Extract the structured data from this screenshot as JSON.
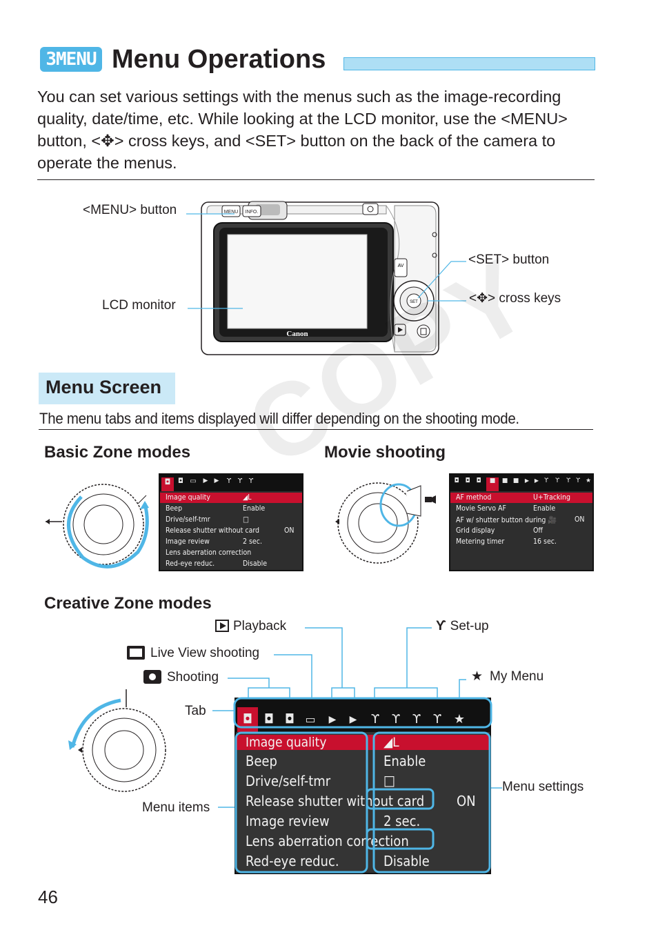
{
  "header": {
    "badge": "3MENU",
    "title": "Menu Operations"
  },
  "intro": "You can set various settings with the menus such as the image-recording quality, date/time, etc. While looking at the LCD monitor, use the <MENU> button, <✥> cross keys, and <SET> button on the back of the camera to operate the menus.",
  "camera": {
    "brand": "Canon",
    "menu_button_label": "<MENU> button",
    "lcd_label": "LCD monitor",
    "set_button_label": "<SET> button",
    "cross_keys_label": "<✥> cross keys",
    "btn_menu": "MENU",
    "btn_info": "INFO.",
    "btn_set": "SET",
    "btn_av": "AV"
  },
  "menu_screen": {
    "title": "Menu Screen",
    "note": "The menu tabs and items displayed will differ depending on the shooting mode."
  },
  "basic_zone": {
    "heading": "Basic Zone modes",
    "items": [
      {
        "item": "Image quality",
        "value": "◢L"
      },
      {
        "item": "Beep",
        "value": "Enable"
      },
      {
        "item": "Drive/self-tmr",
        "value": "□"
      },
      {
        "item": "Release shutter without card",
        "value": "ON"
      },
      {
        "item": "Image review",
        "value": "2 sec."
      },
      {
        "item": "Lens aberration correction",
        "value": ""
      },
      {
        "item": "Red-eye reduc.",
        "value": "Disable"
      }
    ]
  },
  "movie": {
    "heading": "Movie shooting",
    "items": [
      {
        "item": "AF method",
        "value": "ᑌ+Tracking"
      },
      {
        "item": "Movie Servo AF",
        "value": "Enable"
      },
      {
        "item": "AF w/ shutter button during 🎥",
        "value": "ON"
      },
      {
        "item": "Grid display",
        "value": "Off"
      },
      {
        "item": "Metering timer",
        "value": "16 sec."
      }
    ]
  },
  "creative_zone": {
    "heading": "Creative Zone modes",
    "labels": {
      "playback": "Playback",
      "setup": "Set-up",
      "live_view": "Live View shooting",
      "shooting": "Shooting",
      "my_menu": "My Menu",
      "tab": "Tab",
      "menu_items": "Menu items",
      "menu_settings": "Menu settings"
    },
    "items": [
      {
        "item": "Image quality",
        "value": "◢L"
      },
      {
        "item": "Beep",
        "value": "Enable"
      },
      {
        "item": "Drive/self-tmr",
        "value": "□"
      },
      {
        "item": "Release shutter without card",
        "value": "ON"
      },
      {
        "item": "Image review",
        "value": "2 sec."
      },
      {
        "item": "Lens aberration correction",
        "value": ""
      },
      {
        "item": "Red-eye reduc.",
        "value": "Disable"
      }
    ]
  },
  "watermark": "COPY",
  "page_number": "46",
  "colors": {
    "accent": "#4fb6e6",
    "accent_light": "#aedff5",
    "menu_red": "#c8102e",
    "screen_bg": "#2e2e2e"
  }
}
